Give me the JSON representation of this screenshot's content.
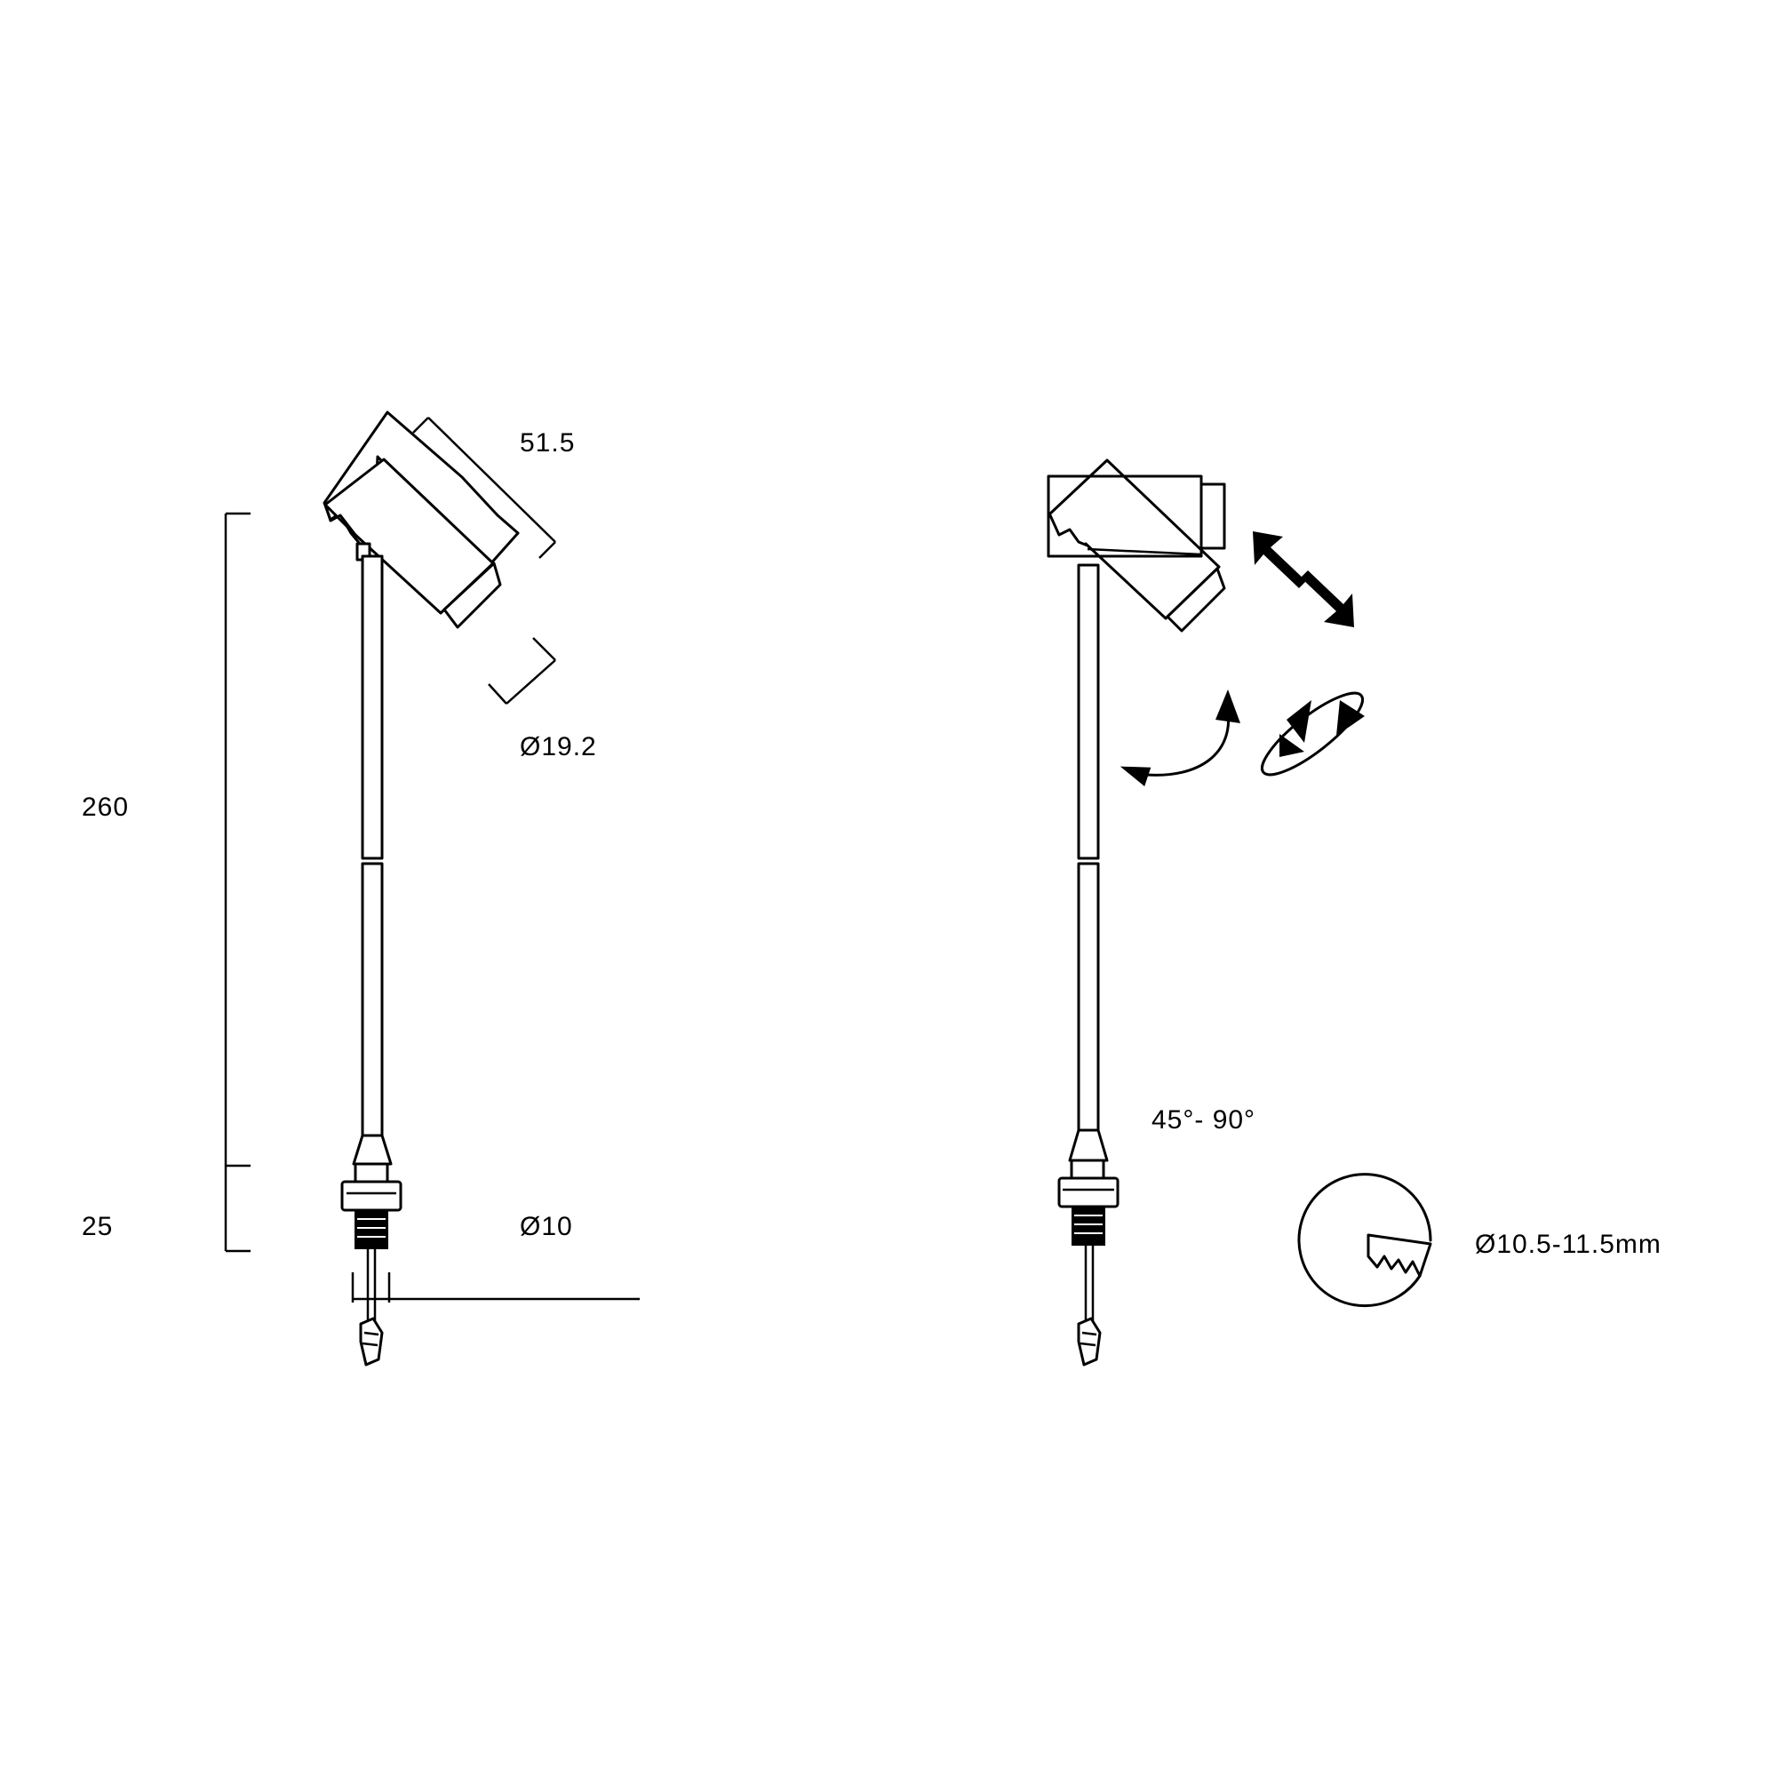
{
  "colors": {
    "line": "#000000",
    "background": "#ffffff"
  },
  "labels": {
    "head_length": "51.5",
    "head_diameter": "Ø19.2",
    "stem_height": "260",
    "base_height": "25",
    "thread_diameter": "Ø10",
    "tilt_range": "45°- 90°",
    "hole_diameter": "Ø10.5-11.5mm"
  },
  "icons": [
    "tilt-arrow-icon",
    "rotate-arrow-icon",
    "swivel-arrow-icon",
    "drill-hole-icon"
  ]
}
